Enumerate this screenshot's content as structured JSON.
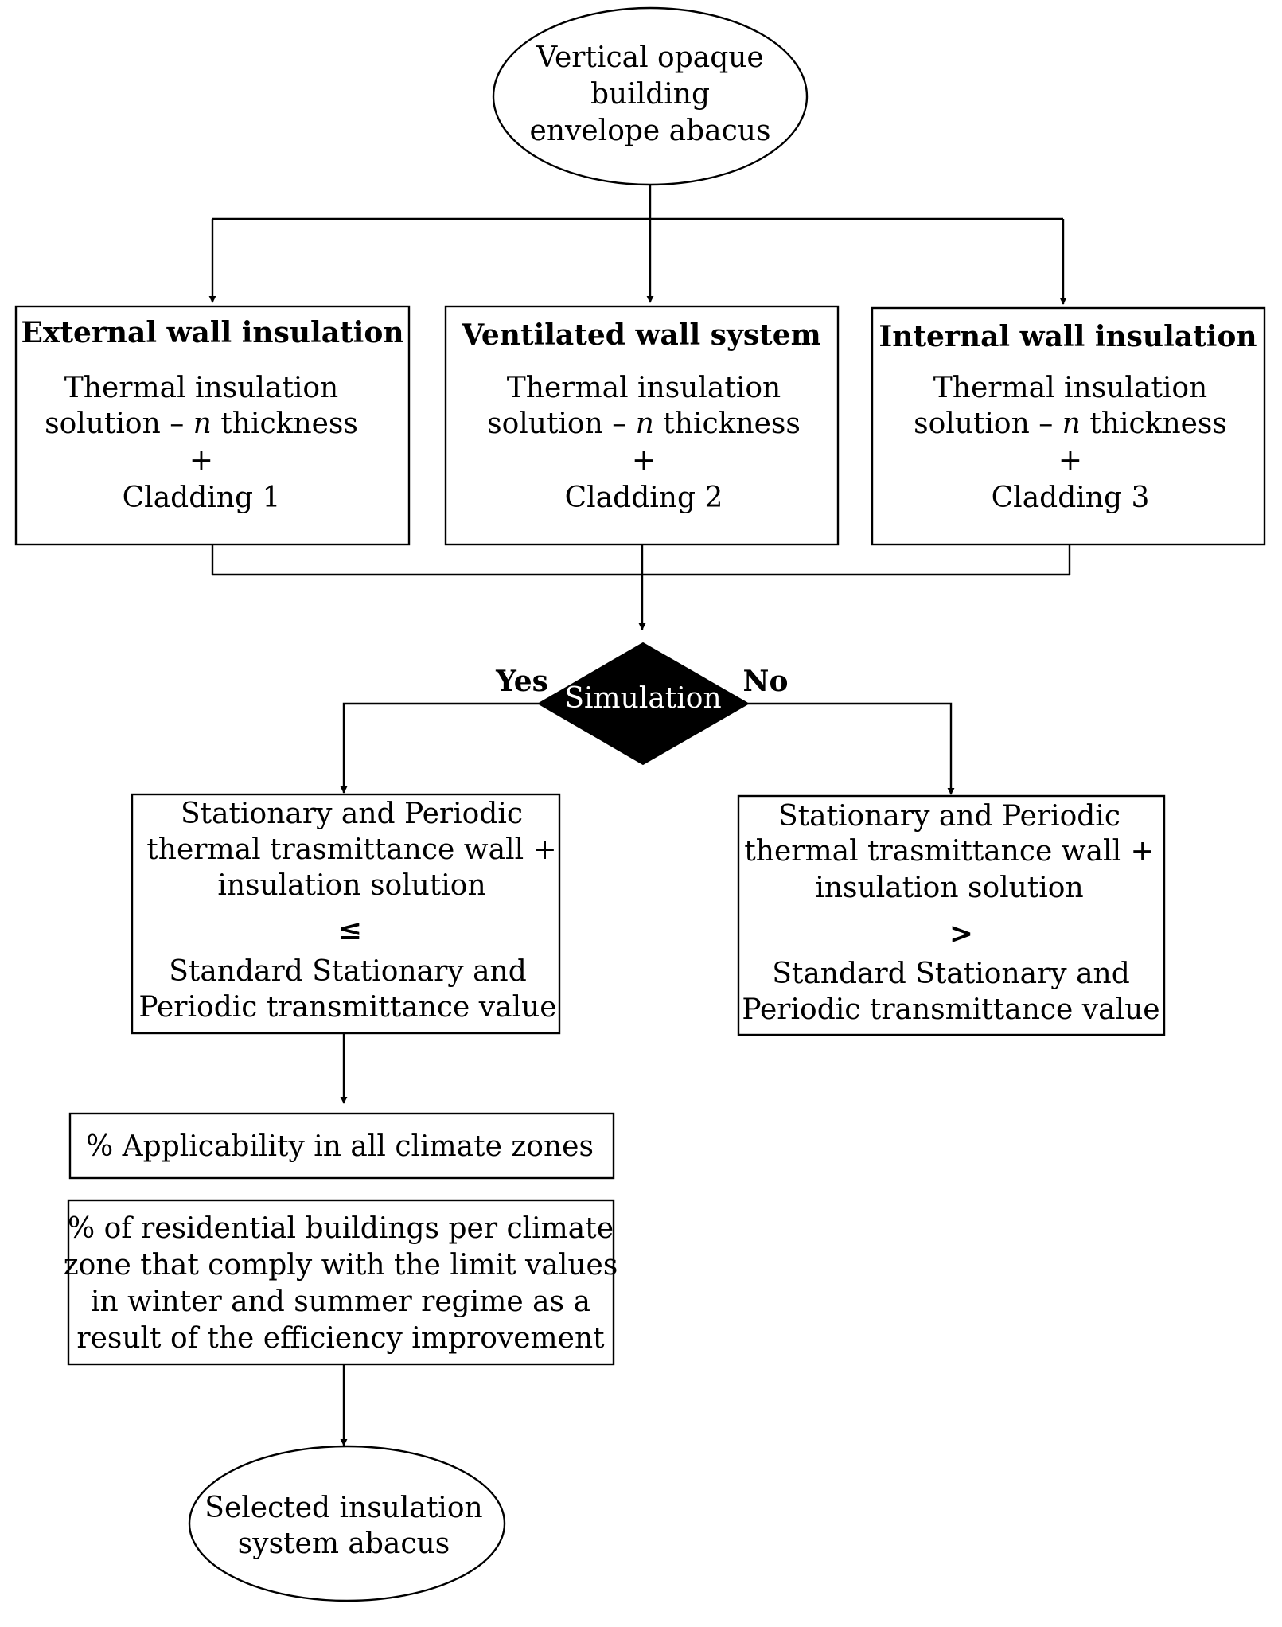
{
  "nodes": {
    "start": {
      "lines": [
        "Vertical opaque",
        "building",
        "envelope abacus"
      ]
    },
    "external": {
      "title": "External wall insulation",
      "line1": "Thermal insulation",
      "line2_pre": "solution – ",
      "line2_var": "n",
      "line2_post": " thickness",
      "plus": "+",
      "cladding": "Cladding 1"
    },
    "ventilated": {
      "title": "Ventilated wall system",
      "line1": "Thermal insulation",
      "line2_pre": "solution – ",
      "line2_var": "n",
      "line2_post": " thickness",
      "plus": "+",
      "cladding": "Cladding 2"
    },
    "internal": {
      "title": "Internal wall insulation",
      "line1": "Thermal insulation",
      "line2_pre": "solution – ",
      "line2_var": "n",
      "line2_post": " thickness",
      "plus": "+",
      "cladding": "Cladding 3"
    },
    "decision": {
      "label": "Simulation",
      "yes": "Yes",
      "no": "No"
    },
    "pass": {
      "lines": [
        "Stationary and Periodic",
        "thermal trasmittance wall +",
        "insulation solution",
        "≤",
        "Standard Stationary and",
        "Periodic transmittance value"
      ]
    },
    "fail": {
      "lines": [
        "Stationary and Periodic",
        "thermal trasmittance wall +",
        "insulation solution",
        ">",
        "Standard Stationary and",
        "Periodic transmittance value"
      ]
    },
    "applicability": {
      "label": "% Applicability in all  climate zones"
    },
    "residential": {
      "lines": [
        "% of residential  buildings per climate",
        "zone that comply with the limit values",
        "in winter and summer regime as a",
        "result of the efficiency improvement"
      ]
    },
    "end": {
      "lines": [
        "Selected insulation",
        "system abacus"
      ]
    }
  }
}
